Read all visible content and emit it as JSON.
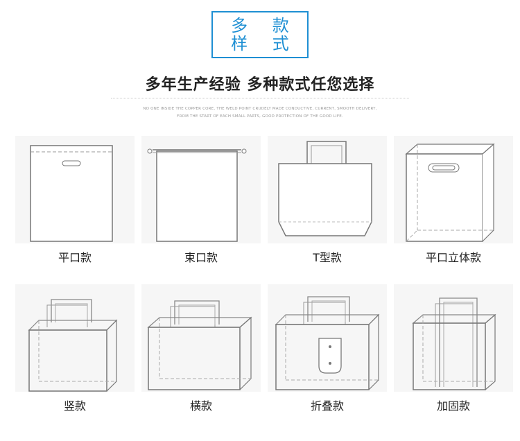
{
  "header": {
    "title_line1": "多 款",
    "title_line2": "样 式",
    "headline": "多年生产经验 多种款式任您选择",
    "sub_line1": "NO ONE INSIDE THE COPPER CORE, THE WELD POINT CRUDELY MADE CONDUCTIVE, CURRENT, SMOOTH DELIVERY,",
    "sub_line2": "FROM THE START OF EACH SMALL PARTS, GOOD PROTECTION OF THE GOOD LIFE."
  },
  "colors": {
    "accent": "#1e8fd3",
    "line": "#7a7a7a"
  },
  "styles": [
    {
      "label": "平口款",
      "icon": "flat-bag-icon"
    },
    {
      "label": "束口款",
      "icon": "drawstring-bag-icon"
    },
    {
      "label": "T型款",
      "icon": "t-shape-bag-icon"
    },
    {
      "label": "平口立体款",
      "icon": "flat-3d-bag-icon"
    },
    {
      "label": "竖款",
      "icon": "vertical-bag-icon"
    },
    {
      "label": "横款",
      "icon": "horizontal-bag-icon"
    },
    {
      "label": "折叠款",
      "icon": "folding-bag-icon"
    },
    {
      "label": "加固款",
      "icon": "reinforced-bag-icon"
    }
  ]
}
